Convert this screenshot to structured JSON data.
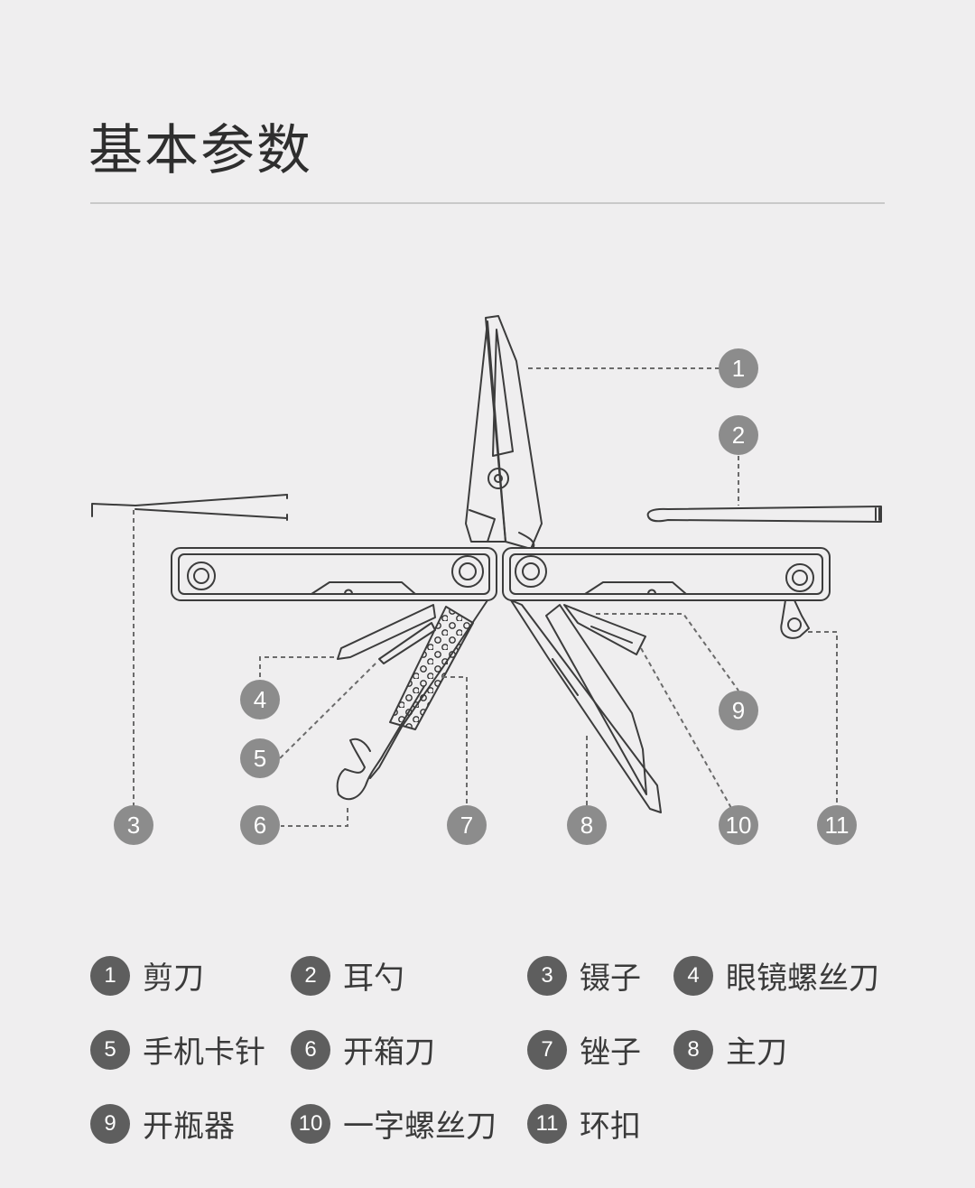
{
  "header": {
    "title": "基本参数"
  },
  "colors": {
    "background": "#efeeef",
    "badge": "#5e5e5e",
    "callout": "#8c8c8c",
    "line": "#3c3c3c"
  },
  "callouts": [
    "1",
    "2",
    "3",
    "4",
    "5",
    "6",
    "7",
    "8",
    "9",
    "10",
    "11"
  ],
  "legend": [
    {
      "num": "1",
      "label": "剪刀"
    },
    {
      "num": "2",
      "label": "耳勺"
    },
    {
      "num": "3",
      "label": "镊子"
    },
    {
      "num": "4",
      "label": "眼镜螺丝刀"
    },
    {
      "num": "5",
      "label": "手机卡针"
    },
    {
      "num": "6",
      "label": "开箱刀"
    },
    {
      "num": "7",
      "label": "锉子"
    },
    {
      "num": "8",
      "label": "主刀"
    },
    {
      "num": "9",
      "label": "开瓶器"
    },
    {
      "num": "10",
      "label": "一字螺丝刀"
    },
    {
      "num": "11",
      "label": "环扣"
    }
  ]
}
